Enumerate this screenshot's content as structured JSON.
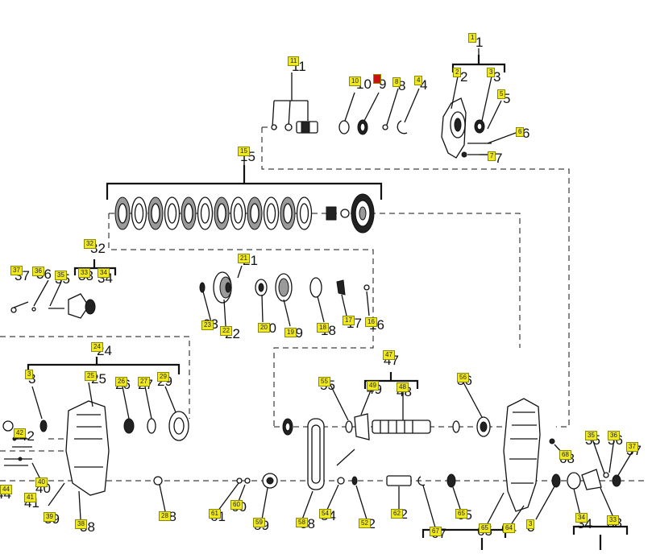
{
  "callouts": [
    {
      "id": "c1",
      "tag": "1",
      "num": "1"
    },
    {
      "id": "c2",
      "tag": "2",
      "num": "2"
    },
    {
      "id": "c3top",
      "tag": "3",
      "num": "3"
    },
    {
      "id": "c4",
      "tag": "4",
      "num": "4"
    },
    {
      "id": "c5",
      "tag": "5",
      "num": "5"
    },
    {
      "id": "c6",
      "tag": "6",
      "num": "6"
    },
    {
      "id": "c7",
      "tag": "7",
      "num": "7"
    },
    {
      "id": "c8",
      "tag": "8",
      "num": "8"
    },
    {
      "id": "c9",
      "tag": "9",
      "num": "9"
    },
    {
      "id": "c10",
      "tag": "10",
      "num": "10"
    },
    {
      "id": "c11",
      "tag": "11",
      "num": "11"
    },
    {
      "id": "c15",
      "tag": "15",
      "num": "15"
    },
    {
      "id": "c16",
      "tag": "16",
      "num": "16"
    },
    {
      "id": "c17",
      "tag": "17",
      "num": "17"
    },
    {
      "id": "c18",
      "tag": "18",
      "num": "18"
    },
    {
      "id": "c19",
      "tag": "19",
      "num": "19"
    },
    {
      "id": "c20",
      "tag": "20",
      "num": "20"
    },
    {
      "id": "c21",
      "tag": "21",
      "num": "21"
    },
    {
      "id": "c22",
      "tag": "22",
      "num": "22"
    },
    {
      "id": "c23",
      "tag": "23",
      "num": "23"
    },
    {
      "id": "c24",
      "tag": "24",
      "num": "24"
    },
    {
      "id": "c25",
      "tag": "25",
      "num": "25"
    },
    {
      "id": "c26",
      "tag": "26",
      "num": "26"
    },
    {
      "id": "c27",
      "tag": "27",
      "num": "27"
    },
    {
      "id": "c29",
      "tag": "29",
      "num": "29"
    },
    {
      "id": "c3left",
      "tag": "3",
      "num": "3"
    },
    {
      "id": "c32",
      "tag": "32",
      "num": "32"
    },
    {
      "id": "c33a",
      "tag": "33",
      "num": "33"
    },
    {
      "id": "c34a",
      "tag": "34",
      "num": "34"
    },
    {
      "id": "c35a",
      "tag": "35",
      "num": "35"
    },
    {
      "id": "c36a",
      "tag": "36",
      "num": "36"
    },
    {
      "id": "c37a",
      "tag": "37",
      "num": "37"
    },
    {
      "id": "c38",
      "tag": "38",
      "num": "38"
    },
    {
      "id": "c39",
      "tag": "39",
      "num": "39"
    },
    {
      "id": "c40",
      "tag": "40",
      "num": "40"
    },
    {
      "id": "c41",
      "tag": "41",
      "num": "41"
    },
    {
      "id": "c42",
      "tag": "42",
      "num": "42"
    },
    {
      "id": "c44",
      "tag": "44",
      "num": "44"
    },
    {
      "id": "c28",
      "tag": "28",
      "num": "28"
    },
    {
      "id": "c61",
      "tag": "61",
      "num": "61"
    },
    {
      "id": "c60",
      "tag": "60",
      "num": "60"
    },
    {
      "id": "c59",
      "tag": "59",
      "num": "59"
    },
    {
      "id": "c58",
      "tag": "58",
      "num": "58"
    },
    {
      "id": "c54",
      "tag": "54",
      "num": "54"
    },
    {
      "id": "c52",
      "tag": "52",
      "num": "52"
    },
    {
      "id": "c62",
      "tag": "62",
      "num": "62"
    },
    {
      "id": "c67",
      "tag": "67",
      "num": "67"
    },
    {
      "id": "c65a",
      "tag": "65",
      "num": "65"
    },
    {
      "id": "c65b",
      "tag": "65",
      "num": "65"
    },
    {
      "id": "c64",
      "tag": "64",
      "num": "64"
    },
    {
      "id": "c3right",
      "tag": "3",
      "num": "3"
    },
    {
      "id": "c34b",
      "tag": "34",
      "num": "34"
    },
    {
      "id": "c33b",
      "tag": "33",
      "num": "33"
    },
    {
      "id": "c35b",
      "tag": "35",
      "num": "35"
    },
    {
      "id": "c36b",
      "tag": "36",
      "num": "36"
    },
    {
      "id": "c37b",
      "tag": "37",
      "num": "37"
    },
    {
      "id": "c47",
      "tag": "47",
      "num": "47"
    },
    {
      "id": "c49",
      "tag": "49",
      "num": "49"
    },
    {
      "id": "c48",
      "tag": "48",
      "num": "48"
    },
    {
      "id": "c55",
      "tag": "55",
      "num": "55"
    },
    {
      "id": "c56",
      "tag": "56",
      "num": "56"
    },
    {
      "id": "c68",
      "tag": "68",
      "num": "68"
    }
  ],
  "colors": {
    "tag": "#f0e820",
    "tag_marker": "#cc1010",
    "line": "#111111"
  }
}
